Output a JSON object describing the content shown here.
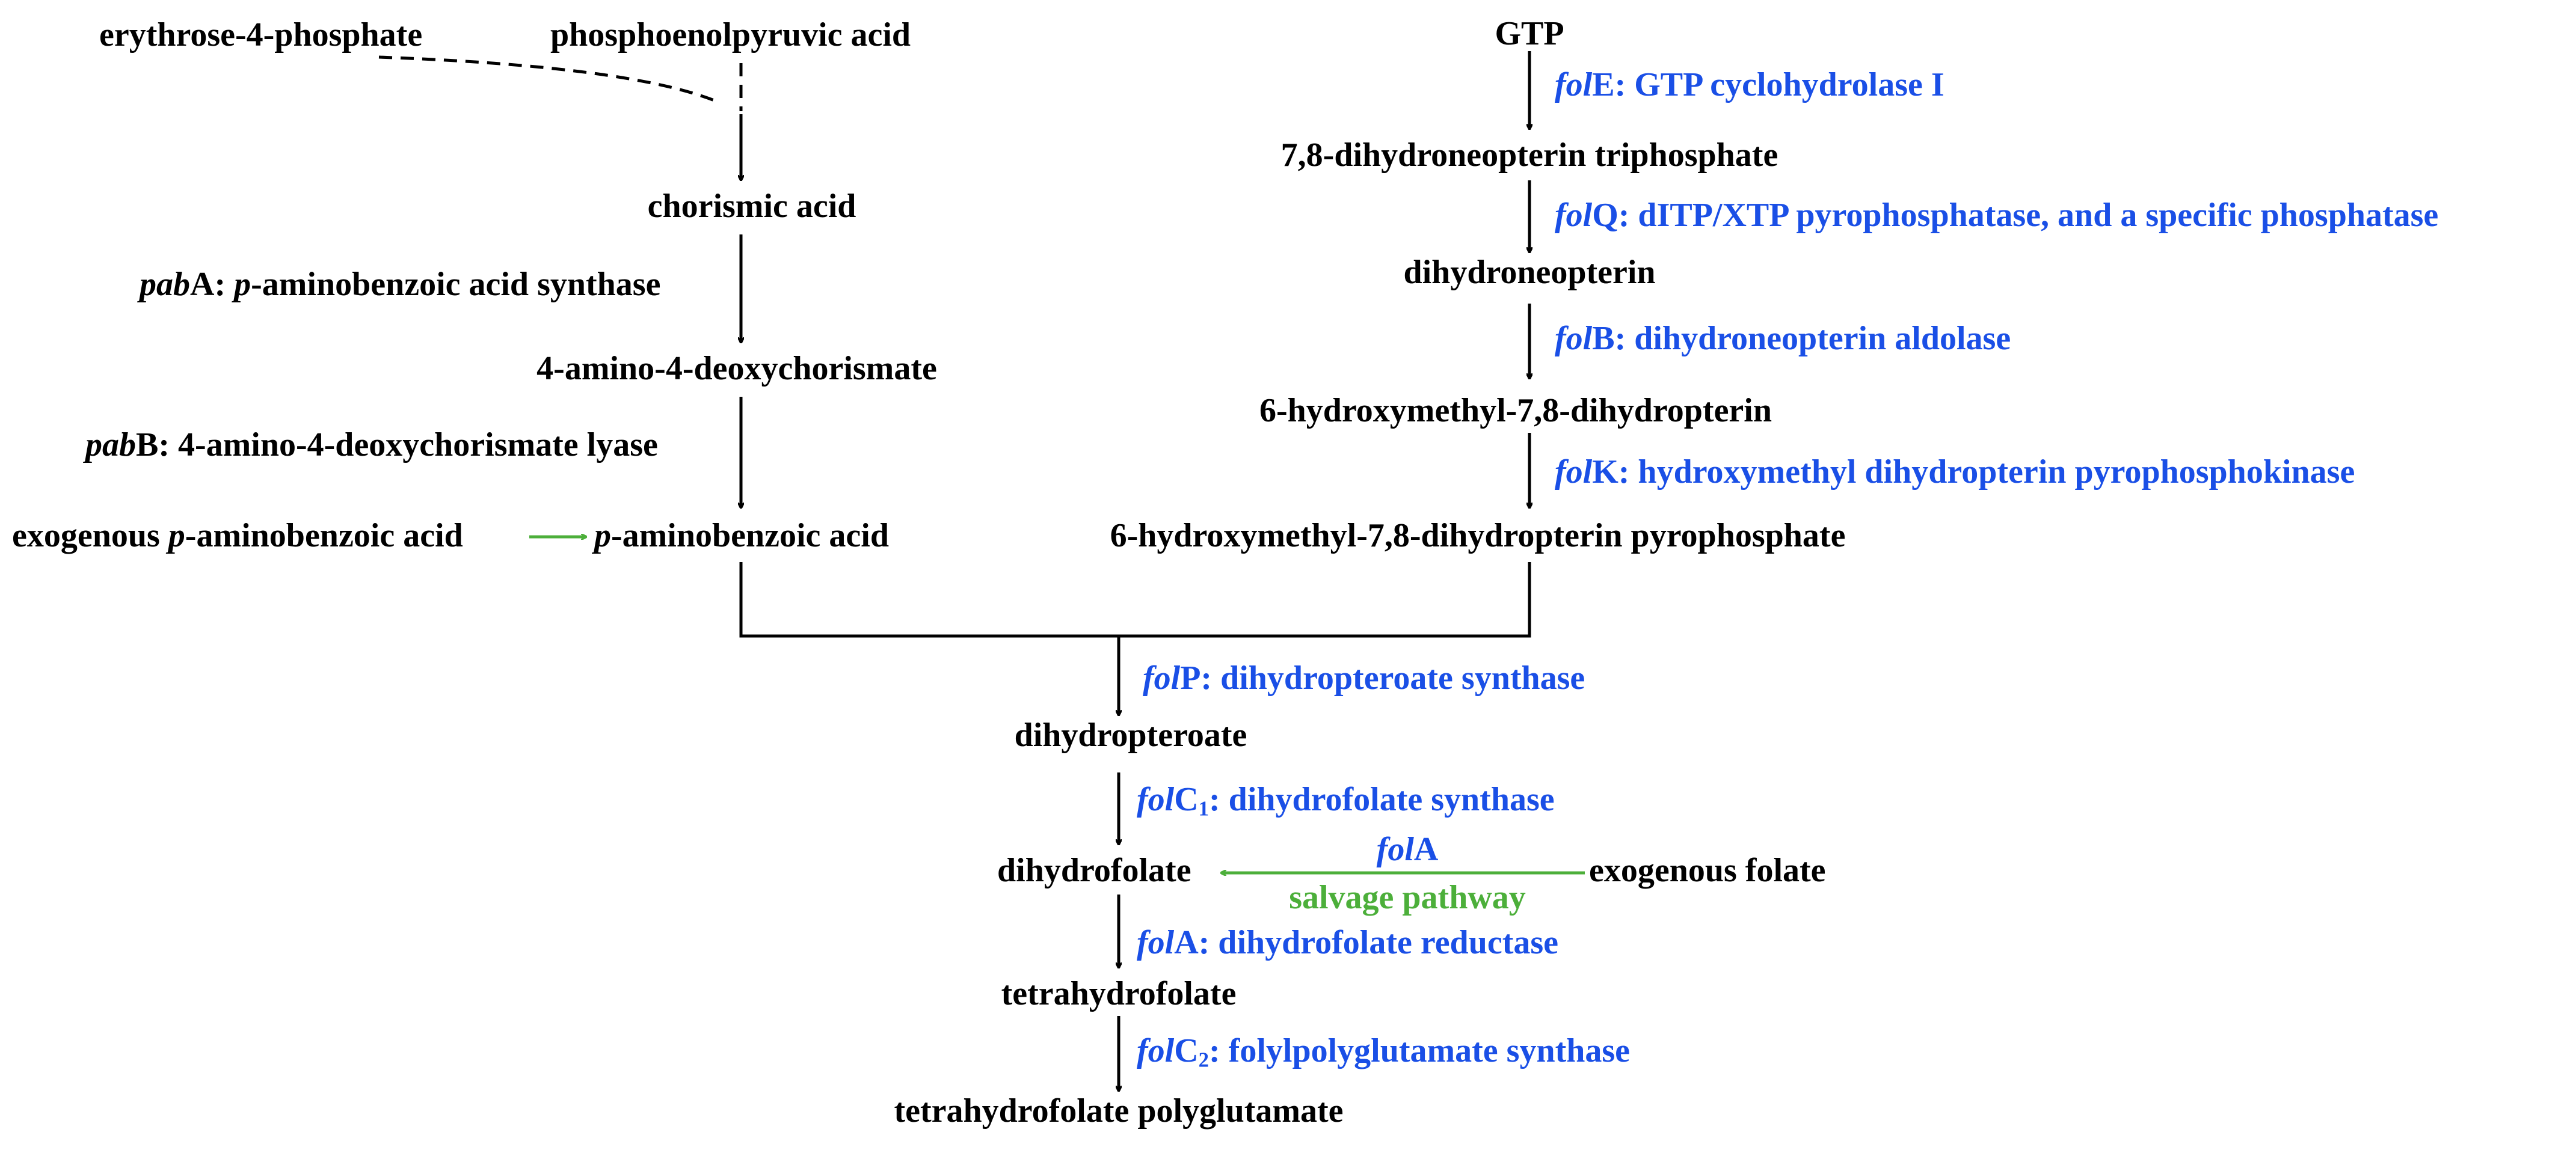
{
  "nodes": {
    "erythrose": "erythrose-4-phosphate",
    "pep": "phosphoenolpyruvic acid",
    "chorismic": "chorismic acid",
    "adc": "4-amino-4-deoxychorismate",
    "paba_prefix": "p",
    "paba_rest": "-aminobenzoic acid",
    "exo_paba_pre": "exogenous ",
    "exo_paba_p": "p",
    "exo_paba_rest": "-aminobenzoic acid",
    "gtp": "GTP",
    "dhnp_tp": "7,8-dihydroneopterin triphosphate",
    "dhnp": "dihydroneopterin",
    "hmdhp": "6-hydroxymethyl-7,8-dihydropterin",
    "hmdhp_pp": "6-hydroxymethyl-7,8-dihydropterin pyrophosphate",
    "dhpt": "dihydropteroate",
    "dhf": "dihydrofolate",
    "exo_folate": "exogenous folate",
    "thf": "tetrahydrofolate",
    "thf_pg": "tetrahydrofolate polyglutamate"
  },
  "enzymes": {
    "pabA": {
      "gene": "pab",
      "suffix": "A: ",
      "p": "p",
      "desc": "-aminobenzoic acid synthase"
    },
    "pabB": {
      "gene": "pab",
      "suffix": "B: 4-amino-4-deoxychorismate lyase"
    },
    "folE": {
      "gene": "fol",
      "suffix": "E: GTP cyclohydrolase I"
    },
    "folQ": {
      "gene": "fol",
      "suffix": "Q: dITP/XTP pyrophosphatase, and  a specific phosphatase"
    },
    "folB": {
      "gene": "fol",
      "suffix": "B: dihydroneopterin aldolase"
    },
    "folK": {
      "gene": "fol",
      "suffix": "K: hydroxymethyl dihydropterin pyrophosphokinase"
    },
    "folP": {
      "gene": "fol",
      "suffix": "P: dihydropteroate synthase"
    },
    "folC1": {
      "gene": "fol",
      "letter": "C",
      "sub": "1",
      "desc": ": dihydrofolate synthase"
    },
    "folA_reductase": {
      "gene": "fol",
      "suffix": "A: dihydrofolate reductase"
    },
    "folC2": {
      "gene": "fol",
      "letter": "C",
      "sub": "2",
      "desc": ": folylpolyglutamate synthase"
    },
    "folA_salvage": {
      "gene": "fol",
      "suffix": "A"
    }
  },
  "salvage_label": "salvage pathway",
  "colors": {
    "metabolite": "#000000",
    "enzyme": "#1a4fe6",
    "salvage": "#4caf3a"
  }
}
